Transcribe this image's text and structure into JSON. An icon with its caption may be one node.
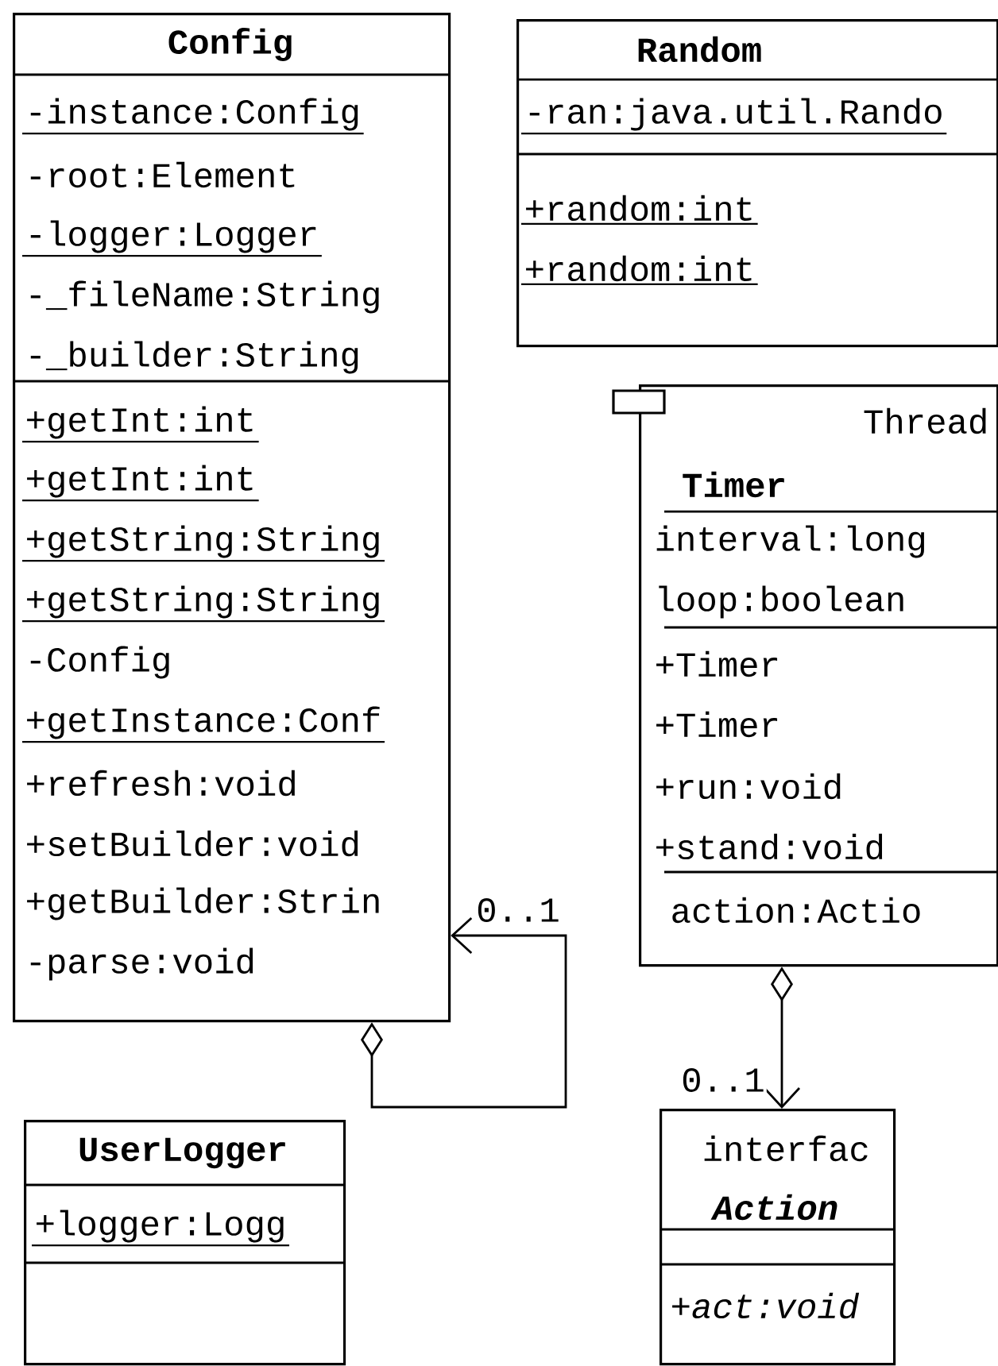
{
  "diagram": {
    "nodes": [
      {
        "text": [
          "Config",
          "-instance:Config",
          "-root:Element",
          "-logger:Logger",
          "-_fileName:String",
          "-_builder:String",
          "+getInt:int",
          "+getInt:int",
          "+getString:String",
          "+getString:String",
          "-Config",
          "+getInstance:Conf",
          "+refresh:void",
          "+setBuilder:void",
          "+getBuilder:Strin",
          "-parse:void"
        ]
      },
      {
        "text": [
          "Random",
          "-ran:java.util.Rando",
          "+random:int",
          "+random:int"
        ]
      },
      {
        "text": [
          "Thread",
          "Timer",
          "interval:long",
          "loop:boolean",
          "+Timer",
          "+Timer",
          "+run:void",
          "+stand:void",
          "action:Actio"
        ]
      },
      {
        "text": [
          "UserLogger",
          "+logger:Logg"
        ]
      },
      {
        "text": [
          "interfac",
          "Action",
          "+act:void"
        ]
      }
    ],
    "edges": [
      {
        "from": 0,
        "to": 0,
        "arrow": "to",
        "label": "0..1"
      },
      {
        "from": 2,
        "to": 4,
        "arrow": "to",
        "label": "0..1"
      }
    ]
  }
}
